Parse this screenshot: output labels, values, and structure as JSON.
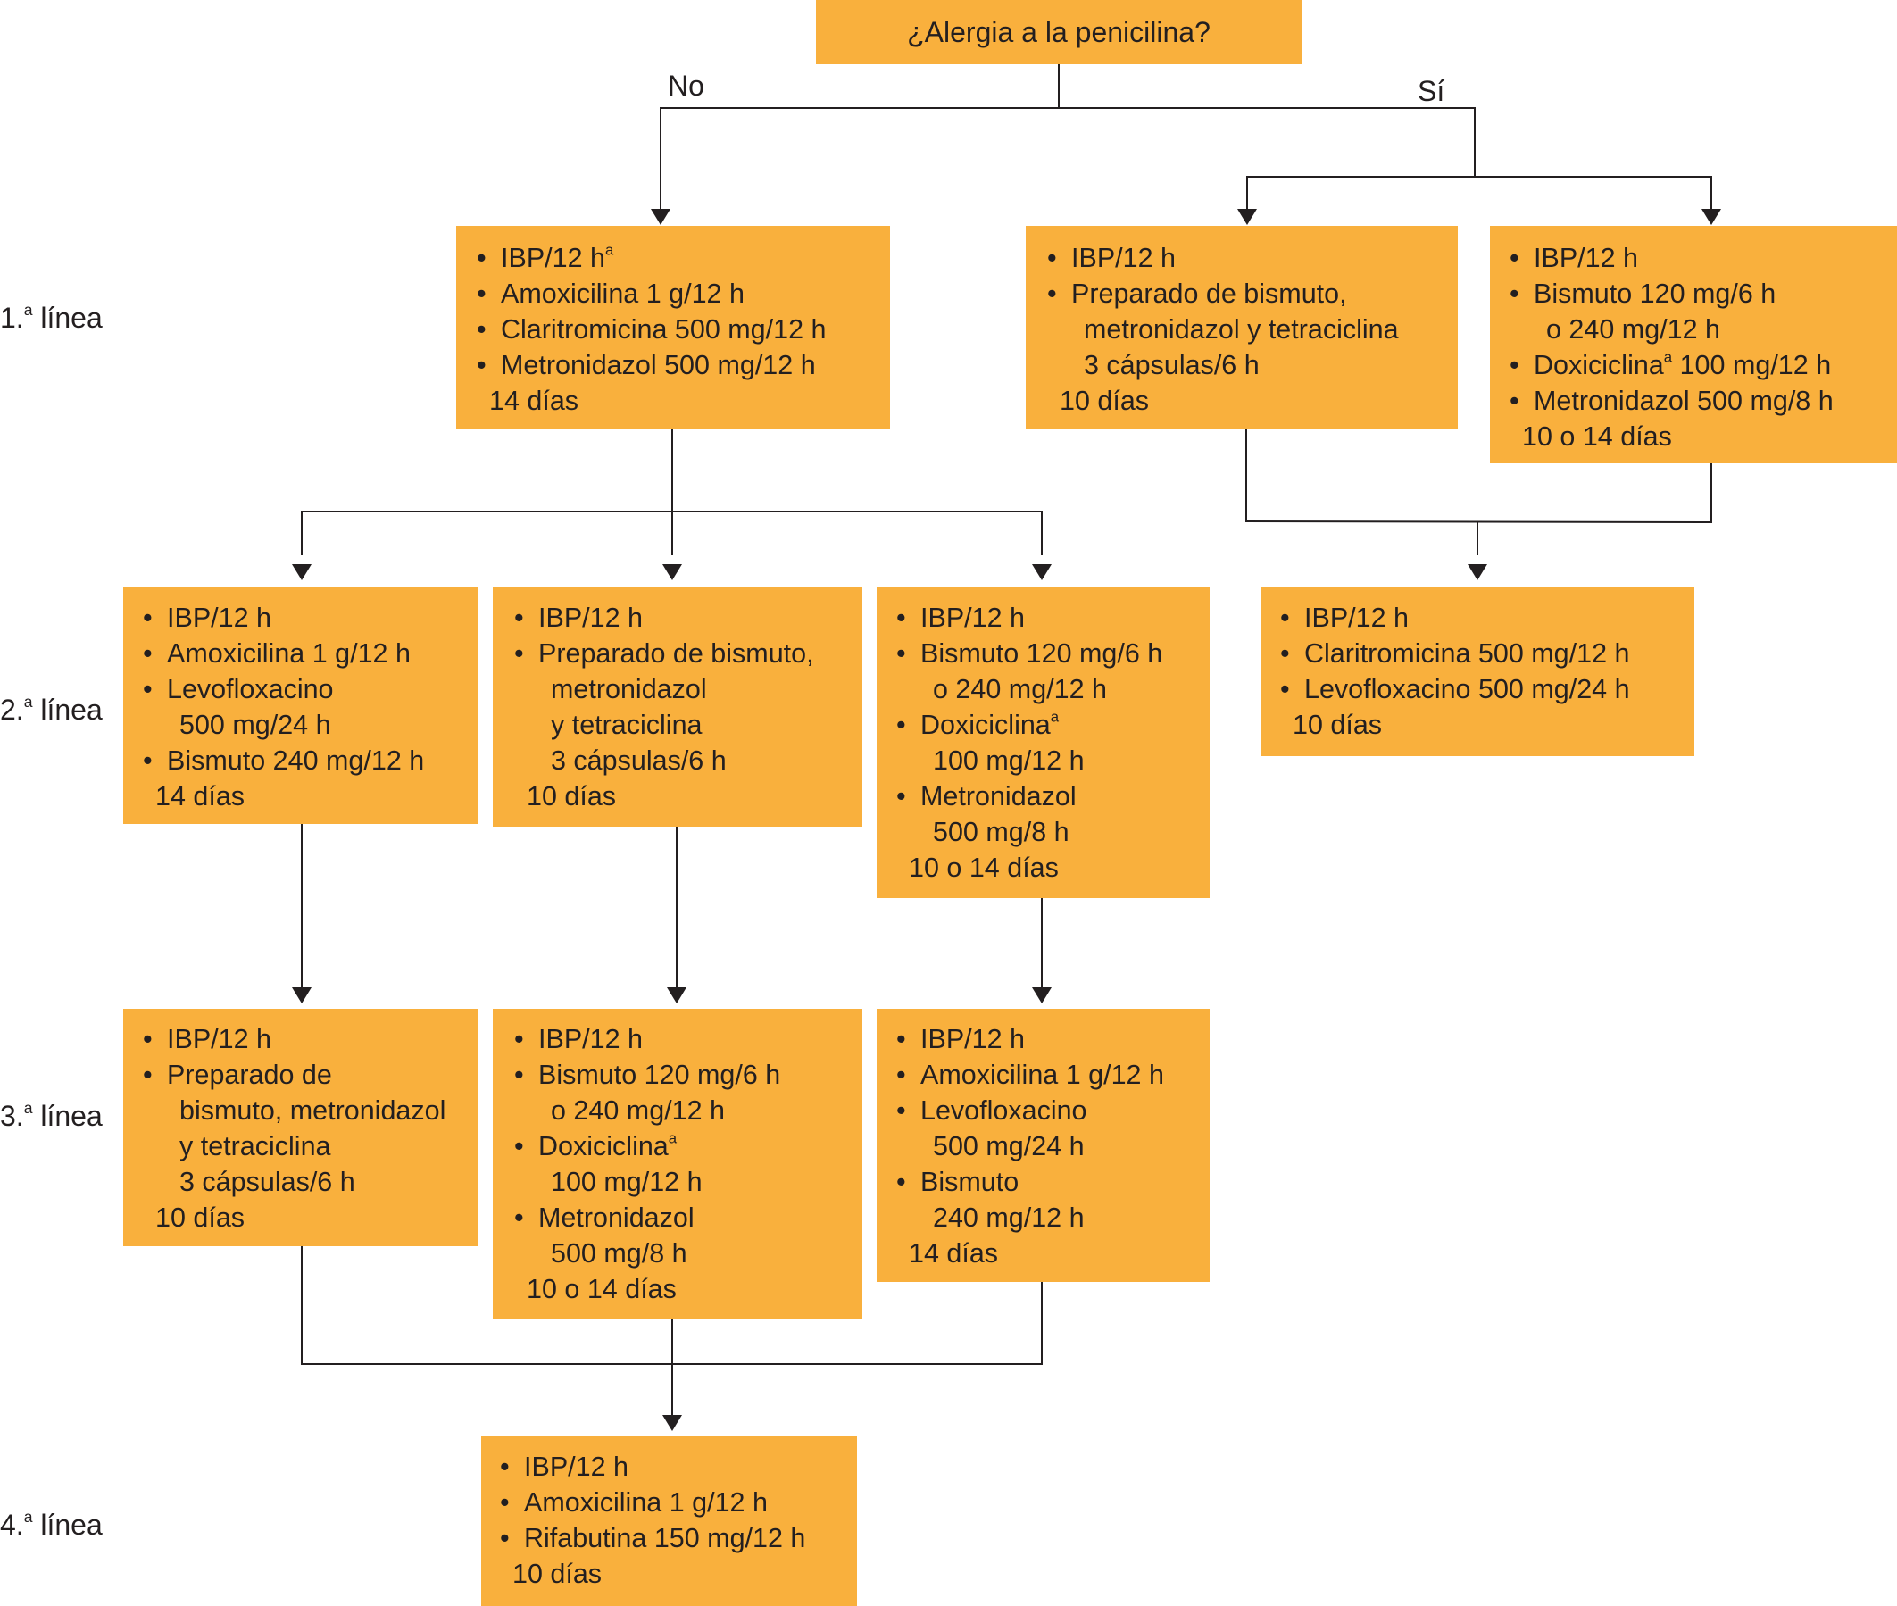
{
  "question": "¿Alergia a la penicilina?",
  "branches": {
    "no": "No",
    "yes": "Sí"
  },
  "line_labels": [
    {
      "num": "1.",
      "sup": "a",
      "word": "línea"
    },
    {
      "num": "2.",
      "sup": "a",
      "word": "línea"
    },
    {
      "num": "3.",
      "sup": "a",
      "word": "línea"
    },
    {
      "num": "4.",
      "sup": "a",
      "word": "línea"
    }
  ],
  "boxes": {
    "l1_no": {
      "items": [
        {
          "lines": [
            "IBP/12 h"
          ],
          "sup": "a"
        },
        {
          "lines": [
            "Amoxicilina 1 g/12 h"
          ]
        },
        {
          "lines": [
            "Claritromicina 500 mg/12 h"
          ]
        },
        {
          "lines": [
            "Metronidazol 500 mg/12 h"
          ]
        }
      ],
      "duration": "14 días"
    },
    "l1_yes_a": {
      "items": [
        {
          "lines": [
            "IBP/12 h"
          ]
        },
        {
          "lines": [
            "Preparado de bismuto,",
            "metronidazol y tetraciclina",
            "3 cápsulas/6 h"
          ]
        }
      ],
      "duration": "10 días"
    },
    "l1_yes_b": {
      "items": [
        {
          "lines": [
            "IBP/12 h"
          ]
        },
        {
          "lines": [
            "Bismuto 120 mg/6 h",
            "o 240 mg/12 h"
          ]
        },
        {
          "lines": [
            "Doxiciclina"
          ],
          "sup": "a",
          "after": " 100 mg/12 h"
        },
        {
          "lines": [
            "Metronidazol 500 mg/8 h"
          ]
        }
      ],
      "duration": "10 o 14 días"
    },
    "l2_a": {
      "items": [
        {
          "lines": [
            "IBP/12 h"
          ]
        },
        {
          "lines": [
            "Amoxicilina 1 g/12 h"
          ]
        },
        {
          "lines": [
            "Levofloxacino",
            "500 mg/24 h"
          ]
        },
        {
          "lines": [
            "Bismuto 240 mg/12 h"
          ]
        }
      ],
      "duration": "14 días"
    },
    "l2_b": {
      "items": [
        {
          "lines": [
            "IBP/12 h"
          ]
        },
        {
          "lines": [
            "Preparado de bismuto,",
            "metronidazol",
            "y tetraciclina",
            "3 cápsulas/6 h"
          ]
        }
      ],
      "duration": "10 días"
    },
    "l2_c": {
      "items": [
        {
          "lines": [
            "IBP/12 h"
          ]
        },
        {
          "lines": [
            "Bismuto 120 mg/6 h",
            "o 240 mg/12 h"
          ]
        },
        {
          "lines": [
            "Doxiciclina",
            "100 mg/12 h"
          ],
          "sup": "a"
        },
        {
          "lines": [
            "Metronidazol",
            "500 mg/8 h"
          ]
        }
      ],
      "duration": "10 o 14 días"
    },
    "l2_d": {
      "items": [
        {
          "lines": [
            "IBP/12 h"
          ]
        },
        {
          "lines": [
            "Claritromicina 500 mg/12 h"
          ]
        },
        {
          "lines": [
            "Levofloxacino 500 mg/24 h"
          ]
        }
      ],
      "duration": "10 días"
    },
    "l3_a": {
      "items": [
        {
          "lines": [
            "IBP/12 h"
          ]
        },
        {
          "lines": [
            "Preparado de",
            "bismuto, metronidazol",
            "y tetraciclina",
            "3 cápsulas/6 h"
          ]
        }
      ],
      "duration": "10 días"
    },
    "l3_b": {
      "items": [
        {
          "lines": [
            "IBP/12 h"
          ]
        },
        {
          "lines": [
            "Bismuto 120 mg/6 h",
            "o 240 mg/12 h"
          ]
        },
        {
          "lines": [
            "Doxiciclina",
            "100 mg/12 h"
          ],
          "sup": "a"
        },
        {
          "lines": [
            "Metronidazol",
            "500 mg/8 h"
          ]
        }
      ],
      "duration": "10 o 14 días"
    },
    "l3_c": {
      "items": [
        {
          "lines": [
            "IBP/12 h"
          ]
        },
        {
          "lines": [
            "Amoxicilina 1 g/12 h"
          ]
        },
        {
          "lines": [
            "Levofloxacino",
            "500 mg/24 h"
          ]
        },
        {
          "lines": [
            "Bismuto",
            "240 mg/12 h"
          ]
        }
      ],
      "duration": "14 días"
    },
    "l4": {
      "items": [
        {
          "lines": [
            "IBP/12 h"
          ]
        },
        {
          "lines": [
            "Amoxicilina 1 g/12 h"
          ]
        },
        {
          "lines": [
            "Rifabutina 150 mg/12 h"
          ]
        }
      ],
      "duration": "10 días"
    }
  },
  "colors": {
    "box_fill": "#f9b03d",
    "text": "#231f20",
    "connector": "#231f20"
  }
}
